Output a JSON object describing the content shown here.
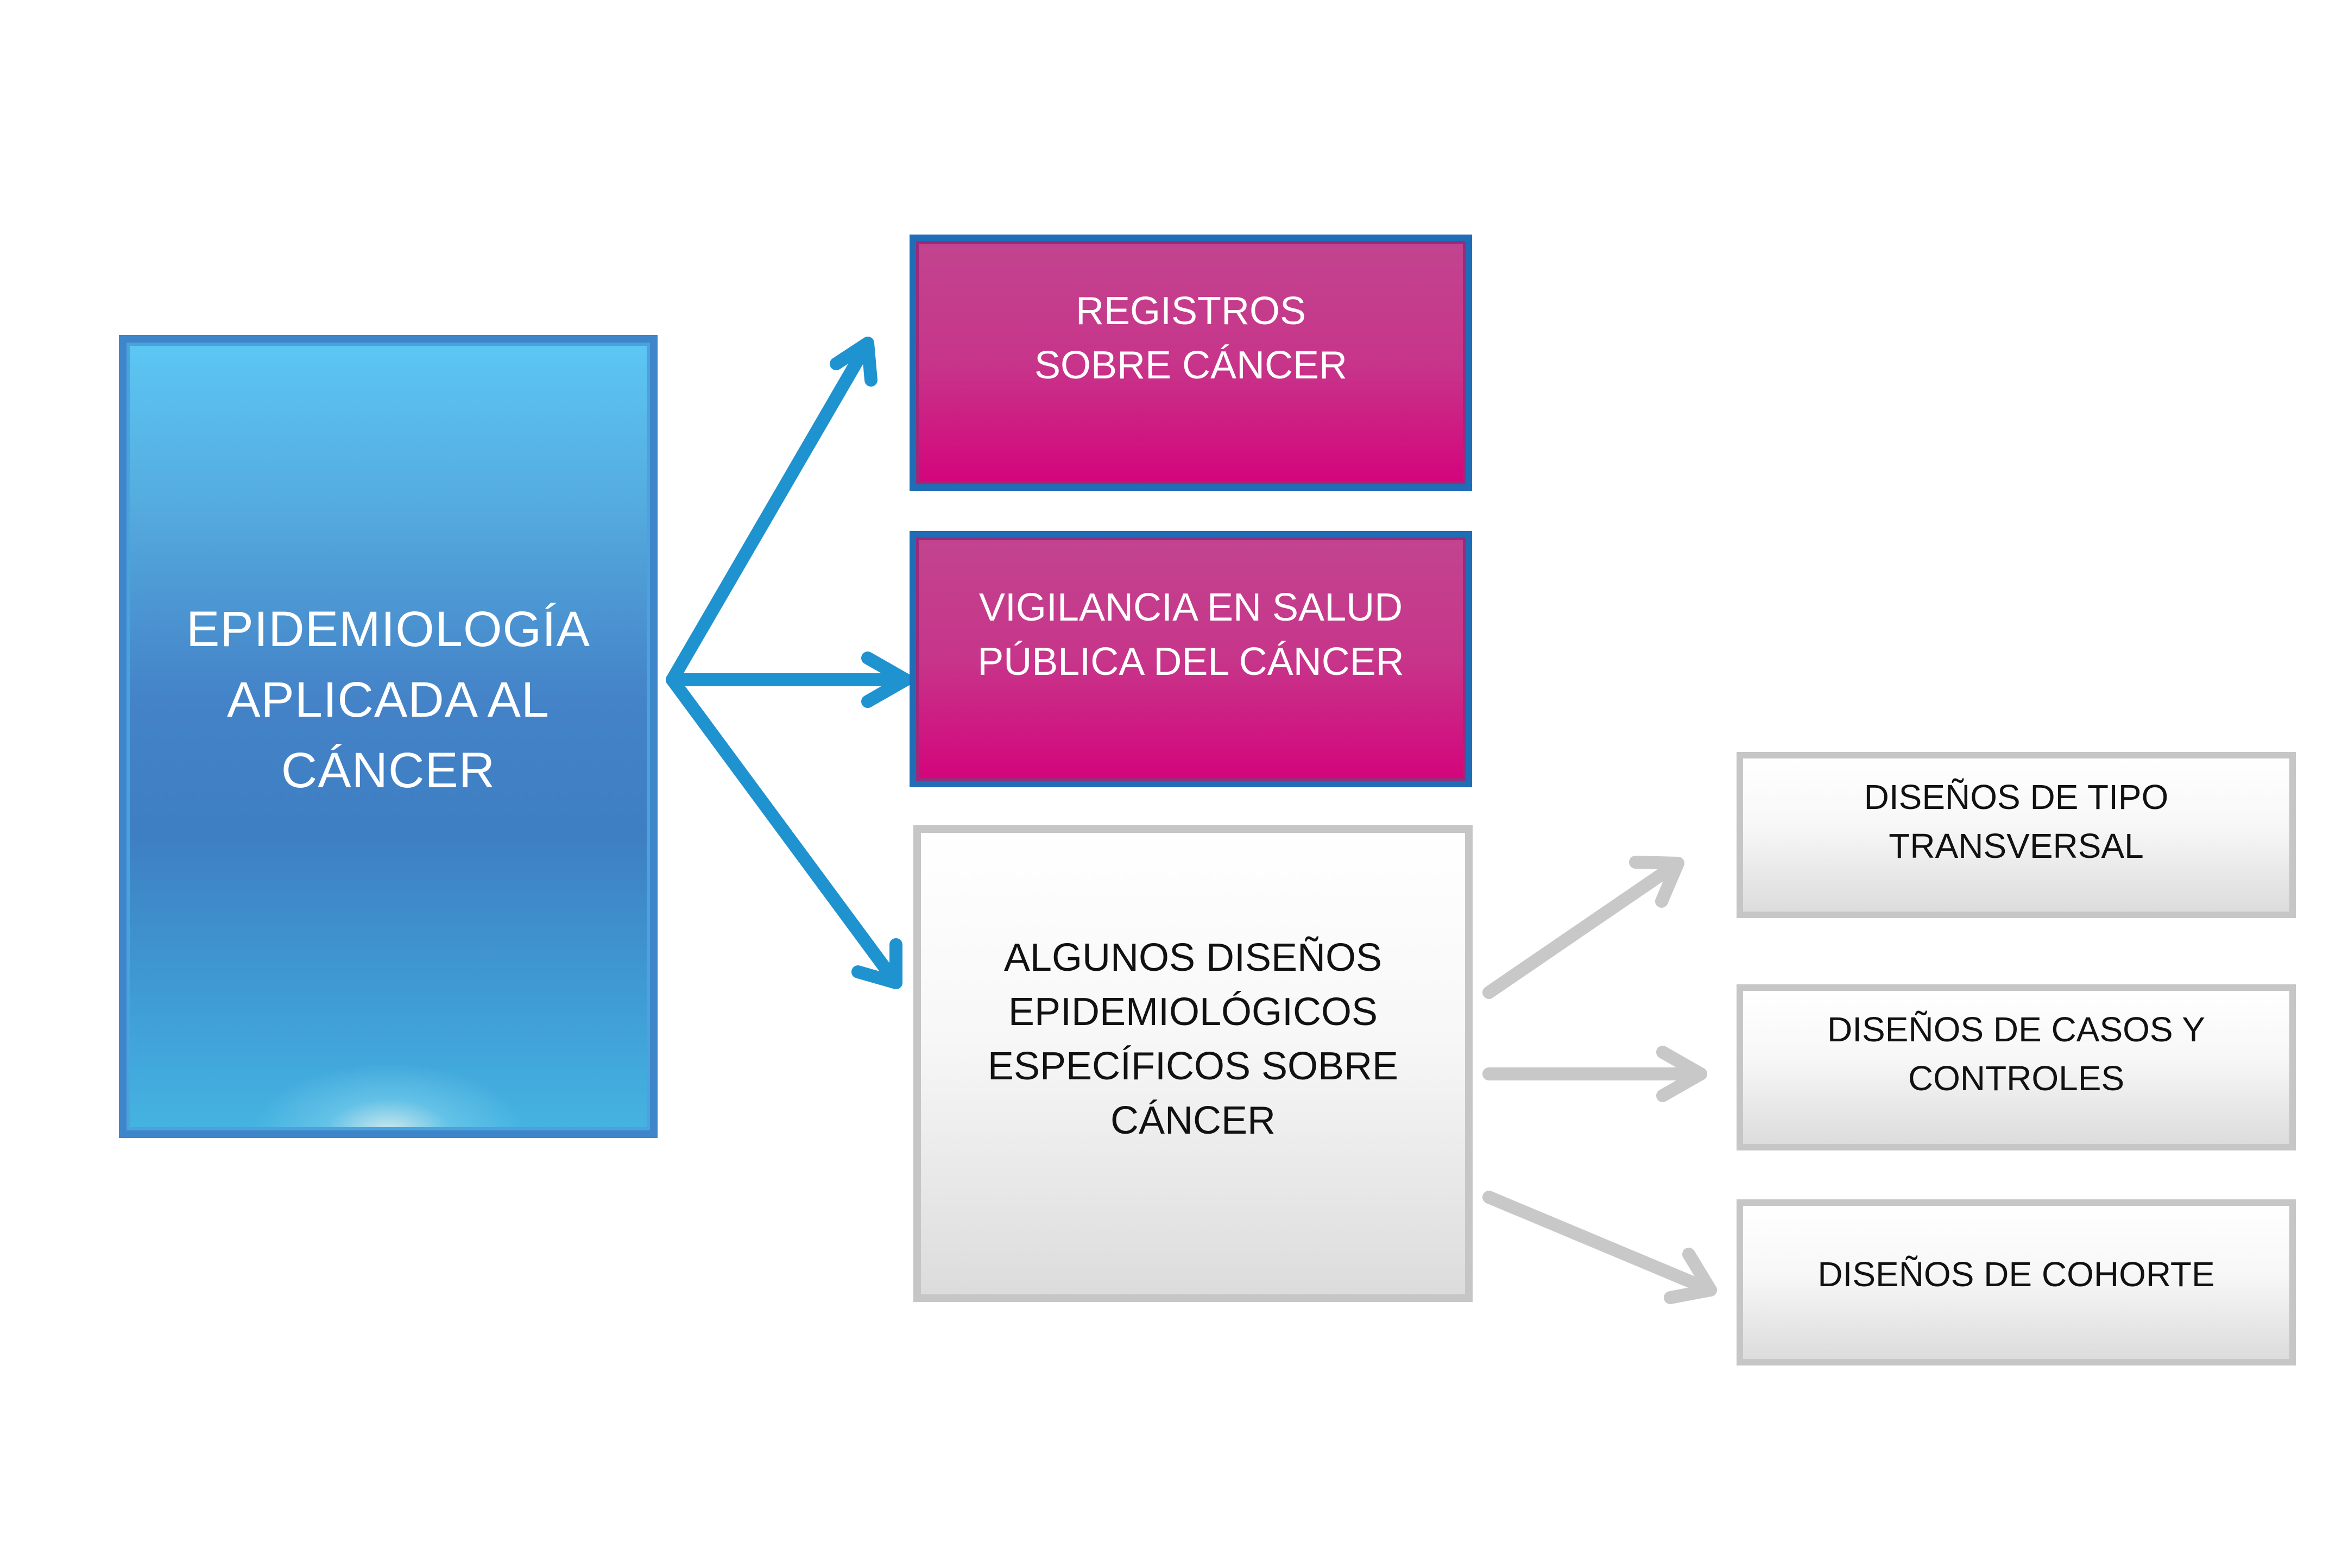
{
  "diagram": {
    "main": {
      "label": "EPIDEMIOLOGÍA\nAPLICADA AL\nCÁNCER"
    },
    "branches": [
      {
        "label": "REGISTROS\nSOBRE CÁNCER"
      },
      {
        "label": "VIGILANCIA EN SALUD\nPÚBLICA DEL CÁNCER"
      },
      {
        "label": "ALGUNOS DISEÑOS\nEPIDEMIOLÓGICOS\nESPECÍFICOS SOBRE\nCÁNCER"
      }
    ],
    "designs": [
      {
        "label": "DISEÑOS DE TIPO\nTRANSVERSAL"
      },
      {
        "label": "DISEÑOS DE CASOS Y\nCONTROLES"
      },
      {
        "label": "DISEÑOS DE COHORTE"
      }
    ]
  },
  "colors": {
    "blue_arrow": "#1f93cf",
    "grey_arrow": "#c8c8c8",
    "magenta": "#d4047b",
    "main_blue": "#3e7ec2"
  }
}
